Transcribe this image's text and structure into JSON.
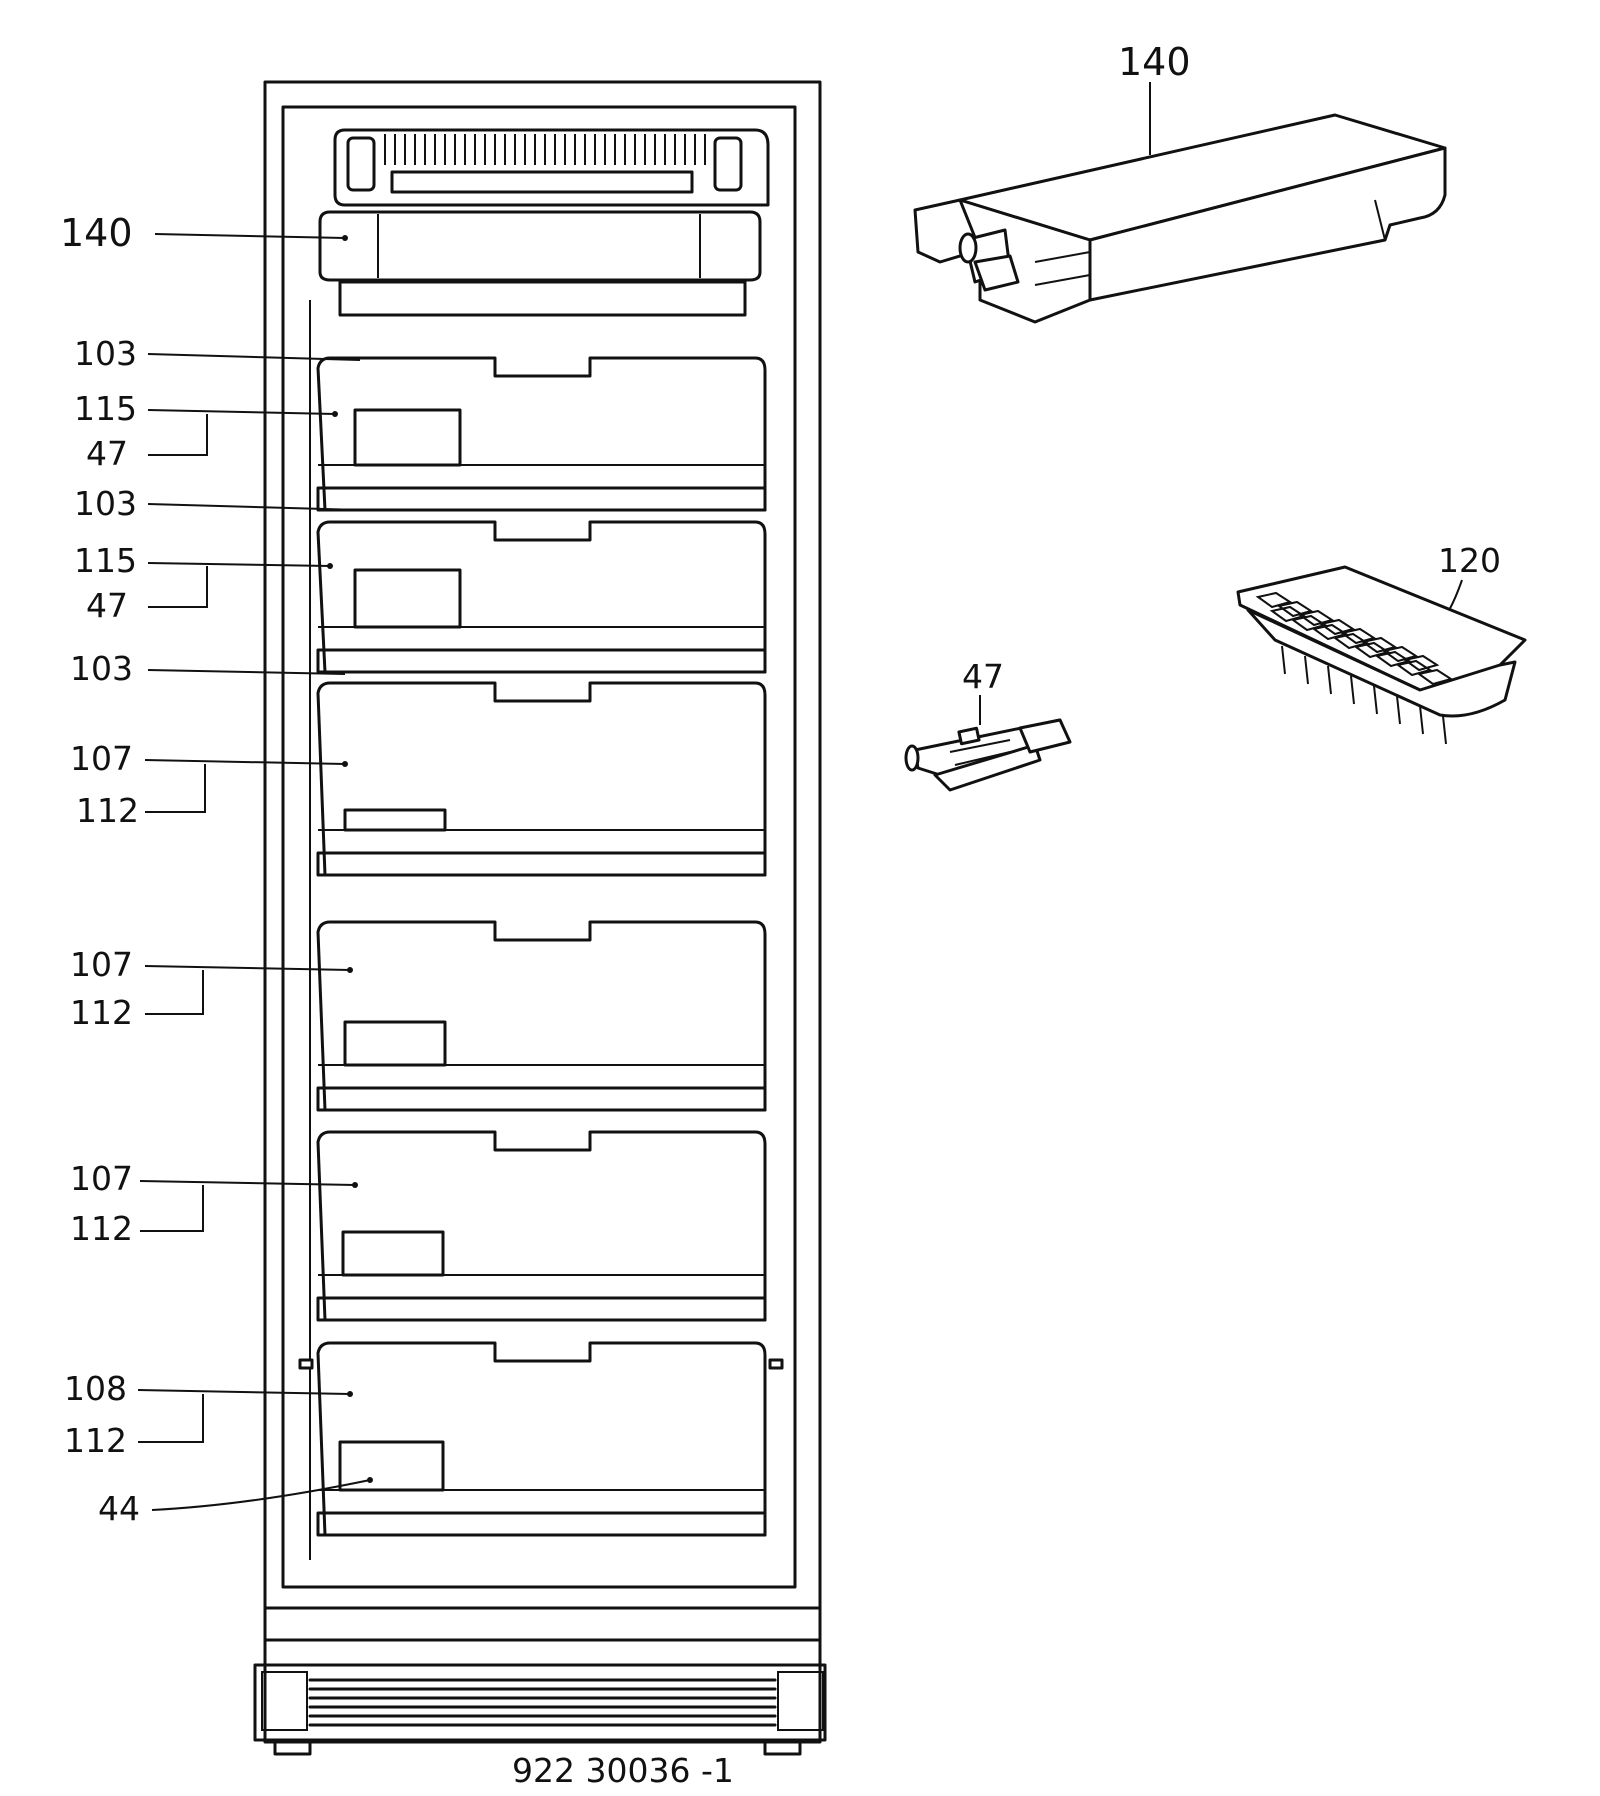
{
  "callouts_left": [
    {
      "id": "c140",
      "text": "140"
    },
    {
      "id": "c103a",
      "text": "103"
    },
    {
      "id": "c115a",
      "text": "115"
    },
    {
      "id": "c47a",
      "text": "47"
    },
    {
      "id": "c103b",
      "text": "103"
    },
    {
      "id": "c115b",
      "text": "115"
    },
    {
      "id": "c47b",
      "text": "47"
    },
    {
      "id": "c103c",
      "text": "103"
    },
    {
      "id": "c107a",
      "text": "107"
    },
    {
      "id": "c112a",
      "text": "112"
    },
    {
      "id": "c107b",
      "text": "107"
    },
    {
      "id": "c112b",
      "text": "112"
    },
    {
      "id": "c107c",
      "text": "107"
    },
    {
      "id": "c112c",
      "text": "112"
    },
    {
      "id": "c108",
      "text": "108"
    },
    {
      "id": "c112d",
      "text": "112"
    },
    {
      "id": "c44",
      "text": "44"
    }
  ],
  "parts": {
    "ice_pack_label": "140",
    "ice_tray_label": "120",
    "clip_label": "47"
  },
  "drawing_number": "922 30036 -1"
}
